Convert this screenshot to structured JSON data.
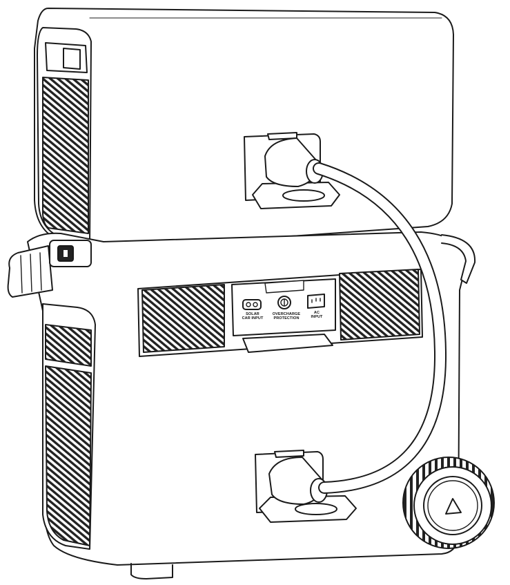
{
  "image": {
    "description_kind": "line-art product illustration"
  },
  "panel_labels": {
    "solar_line1": "SOLAR",
    "solar_line2": "CAR INPUT",
    "overcharge_line1": "OVERCHARGE",
    "overcharge_line2": "PROTECTION",
    "ac_line1": "AC",
    "ac_line2": "INPUT"
  },
  "colors": {
    "stroke": "#1a1a1a",
    "fill": "#ffffff",
    "grille": "#222222"
  }
}
